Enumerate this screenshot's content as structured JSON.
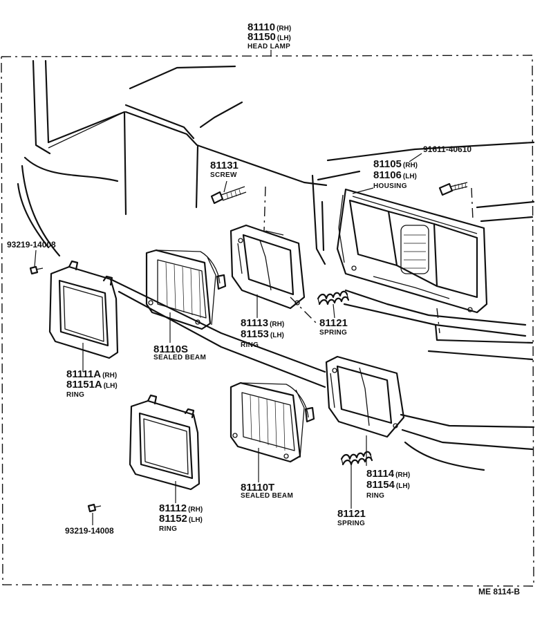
{
  "diagram": {
    "ref_code": "ME  8114-B",
    "parts": [
      {
        "id": "headlamp",
        "lines": [
          {
            "num": "81110",
            "side": "(RH)"
          },
          {
            "num": "81150",
            "side": "(LH)"
          }
        ],
        "name": "HEAD LAMP"
      },
      {
        "id": "screw",
        "lines": [
          {
            "num": "81131",
            "side": ""
          }
        ],
        "name": "SCREW"
      },
      {
        "id": "bolt",
        "lines": [
          {
            "num": "91611-40610",
            "side": ""
          }
        ],
        "name": ""
      },
      {
        "id": "housing",
        "lines": [
          {
            "num": "81105",
            "side": "(RH)"
          },
          {
            "num": "81106",
            "side": "(LH)"
          }
        ],
        "name": "HOUSING"
      },
      {
        "id": "screw-upper",
        "lines": [
          {
            "num": "93219-14008",
            "side": ""
          }
        ],
        "name": ""
      },
      {
        "id": "ring-upper-mount",
        "lines": [
          {
            "num": "81113",
            "side": "(RH)"
          },
          {
            "num": "81153",
            "side": "(LH)"
          }
        ],
        "name": "RING"
      },
      {
        "id": "spring-upper",
        "lines": [
          {
            "num": "81121",
            "side": ""
          }
        ],
        "name": "SPRING"
      },
      {
        "id": "sealed-beam-s",
        "lines": [
          {
            "num": "81110S",
            "side": ""
          }
        ],
        "name": "SEALED BEAM"
      },
      {
        "id": "ring-upper-bezel",
        "lines": [
          {
            "num": "81111A",
            "side": "(RH)"
          },
          {
            "num": "81151A",
            "side": "(LH)"
          }
        ],
        "name": "RING"
      },
      {
        "id": "ring-lower-mount",
        "lines": [
          {
            "num": "81114",
            "side": "(RH)"
          },
          {
            "num": "81154",
            "side": "(LH)"
          }
        ],
        "name": "RING"
      },
      {
        "id": "sealed-beam-t",
        "lines": [
          {
            "num": "81110T",
            "side": ""
          }
        ],
        "name": "SEALED BEAM"
      },
      {
        "id": "spring-lower",
        "lines": [
          {
            "num": "81121",
            "side": ""
          }
        ],
        "name": "SPRING"
      },
      {
        "id": "ring-lower-bezel",
        "lines": [
          {
            "num": "81112",
            "side": "(RH)"
          },
          {
            "num": "81152",
            "side": "(LH)"
          }
        ],
        "name": "RING"
      },
      {
        "id": "screw-lower",
        "lines": [
          {
            "num": "93219-14008",
            "side": ""
          }
        ],
        "name": ""
      }
    ]
  }
}
